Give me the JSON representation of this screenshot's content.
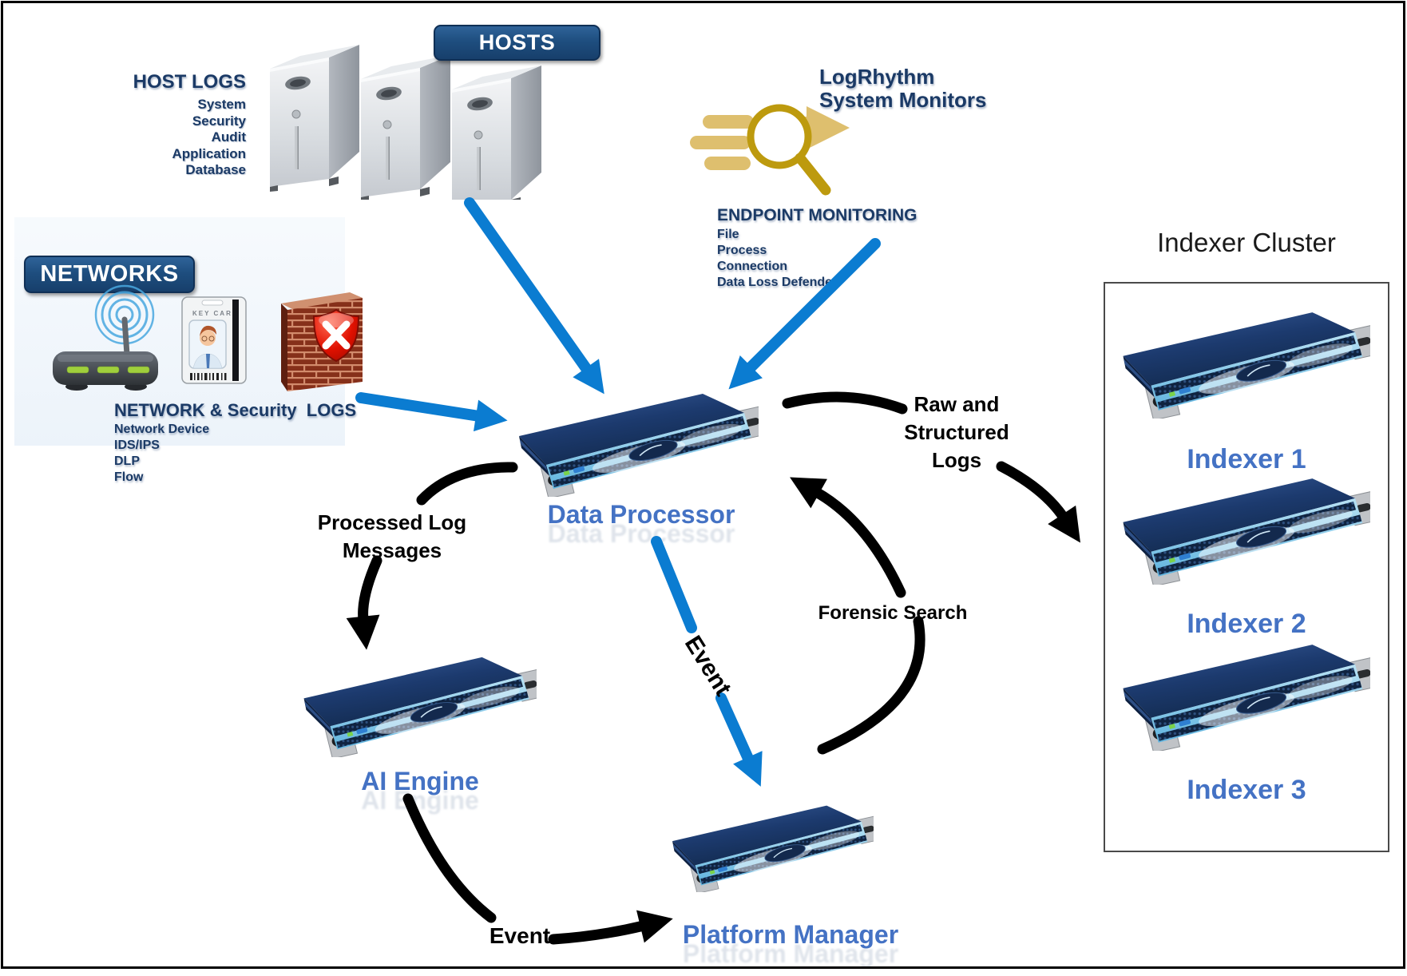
{
  "hosts": {
    "badge": "HOSTS",
    "logs_title": "HOST LOGS",
    "logs": [
      "System",
      "Security",
      "Audit",
      "Application",
      "Database"
    ]
  },
  "monitors": {
    "title": [
      "LogRhythm",
      "System Monitors"
    ],
    "section": "ENDPOINT MONITORING",
    "items": [
      "File",
      "Process",
      "Connection",
      "Data Loss Defender"
    ]
  },
  "networks": {
    "badge": "NETWORKS",
    "keycard_label": "KEY CARD",
    "section": "NETWORK & Security  LOGS",
    "items": [
      "Network Device",
      "IDS/IPS",
      "DLP",
      "Flow"
    ]
  },
  "nodes": {
    "data_processor": "Data Processor",
    "ai_engine": "AI Engine",
    "platform_manager": "Platform Manager"
  },
  "cluster": {
    "title": "Indexer Cluster",
    "indexers": [
      "Indexer 1",
      "Indexer 2",
      "Indexer 3"
    ]
  },
  "flows": {
    "processed": [
      "Processed Log",
      "Messages"
    ],
    "event_dp_to_pm": "Event",
    "event_ai_to_pm": "Event",
    "forensic": "Forensic Search",
    "raw": [
      "Raw and",
      "Structured",
      "Logs"
    ]
  },
  "colors": {
    "arrow_blue": "#0b7cd1",
    "arrow_black": "#000000",
    "node_label_blue": "#4472c4",
    "navy_text": "#1b3a66",
    "badge_bg": "#1e4e7f",
    "badge_text": "#ffffff",
    "server_top_navy": "#1c3a6e",
    "server_bezel_blue": "#5fb3de",
    "gold": "#bd9a0e",
    "gold_light": "#debf6e",
    "firewall_brick": "#86301a",
    "shield_red": "#e01000",
    "router_led_green": "#9fcf3c",
    "cluster_border": "#4a4a4a"
  }
}
